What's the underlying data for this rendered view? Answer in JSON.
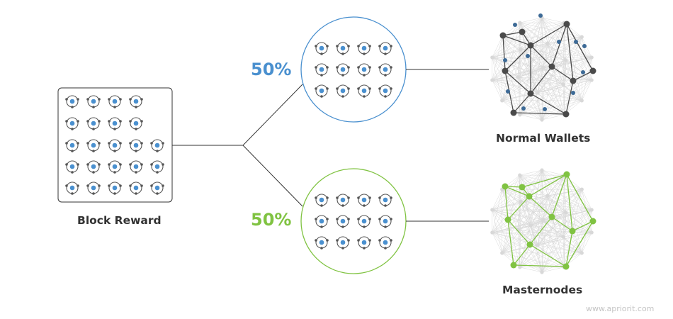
{
  "labels": {
    "block_reward": "Block Reward",
    "normal_wallets": "Normal Wallets",
    "masternodes": "Masternodes",
    "pct_top": "50%",
    "pct_bottom": "50%",
    "watermark": "www.apriorit.com"
  },
  "colors": {
    "blue": "#4a90cf",
    "green": "#80c342",
    "dark_node": "#4a4a4a",
    "blue_dot": "#3d6a96",
    "line": "#333333",
    "coin_ring": "#555555",
    "mesh": "#d8d8d8"
  },
  "icons": [
    "coin-icon",
    "network-icon"
  ]
}
